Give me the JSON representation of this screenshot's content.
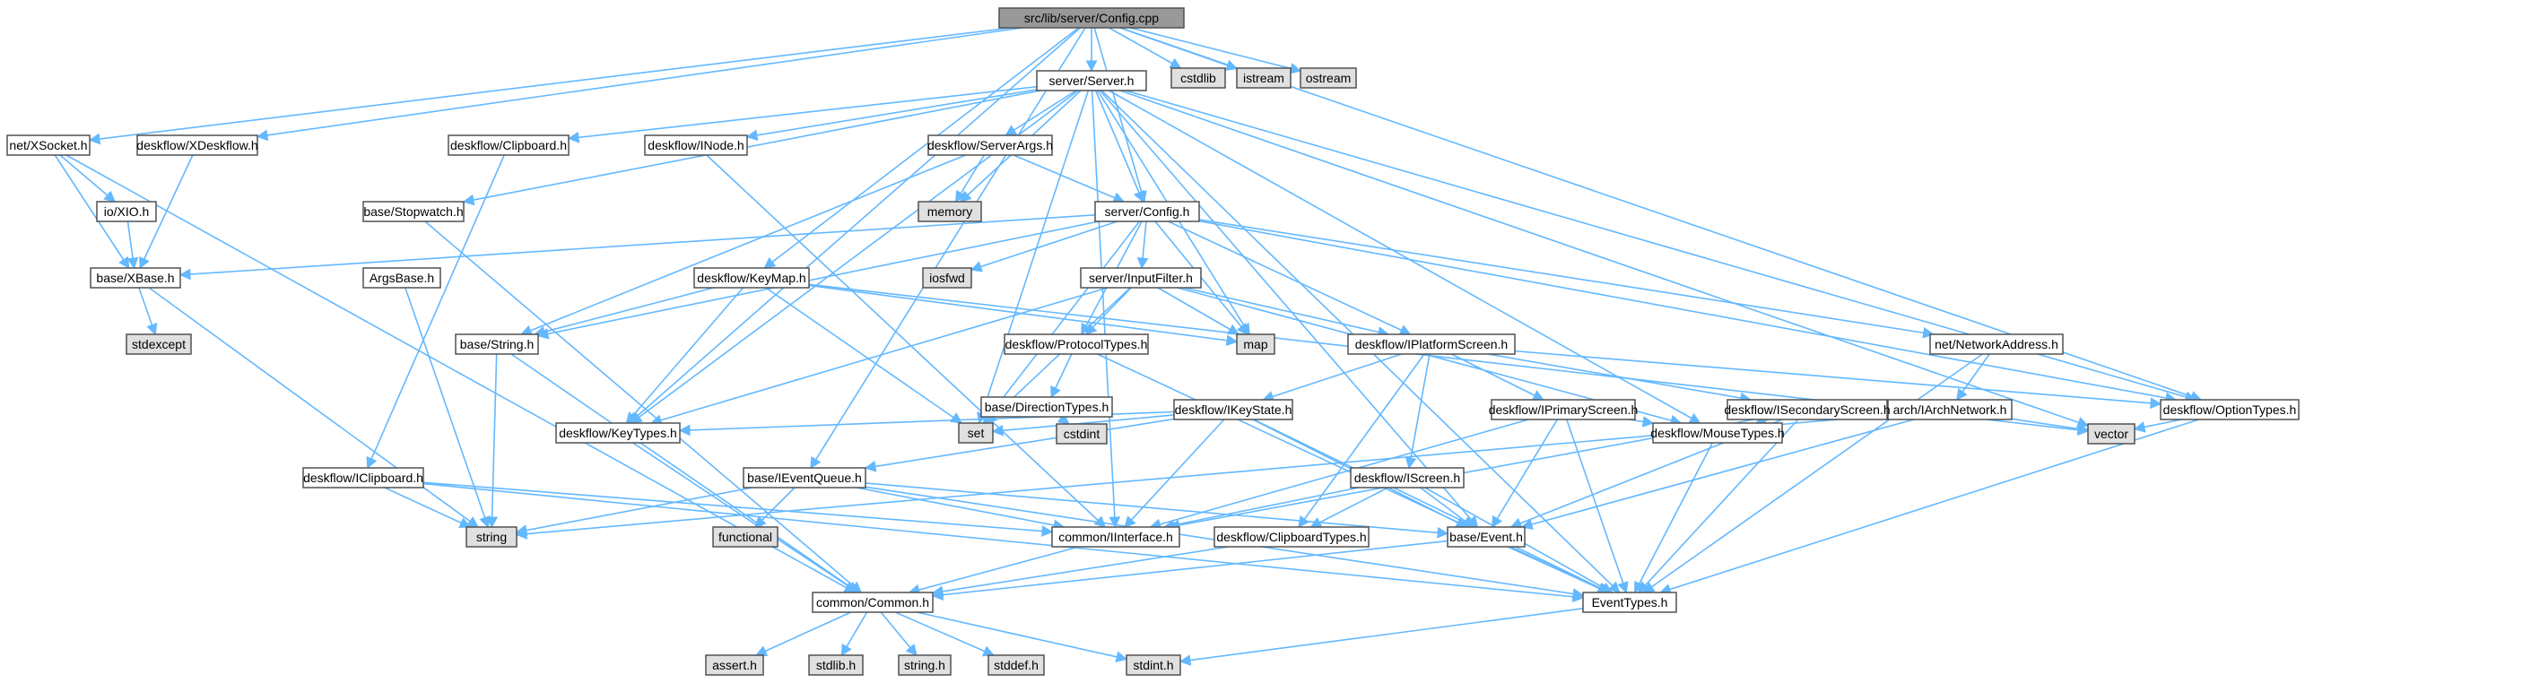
{
  "colors": {
    "edge": "#63b8ff",
    "node_fill": "#ffffff",
    "node_stroke": "#666666",
    "root_fill": "#999999",
    "system_fill": "#e0e0e0"
  },
  "nodes": [
    {
      "id": "root",
      "label": "src/lib/server/Config.cpp",
      "kind": "root"
    },
    {
      "id": "server_h",
      "label": "server/Server.h",
      "kind": "file"
    },
    {
      "id": "cstdlib",
      "label": "cstdlib",
      "kind": "system"
    },
    {
      "id": "istream",
      "label": "istream",
      "kind": "system"
    },
    {
      "id": "ostream",
      "label": "ostream",
      "kind": "system"
    },
    {
      "id": "xsocket",
      "label": "net/XSocket.h",
      "kind": "file"
    },
    {
      "id": "xdeskflow",
      "label": "deskflow/XDeskflow.h",
      "kind": "file"
    },
    {
      "id": "clipboard",
      "label": "deskflow/Clipboard.h",
      "kind": "file"
    },
    {
      "id": "inode",
      "label": "deskflow/INode.h",
      "kind": "file"
    },
    {
      "id": "serverargs",
      "label": "deskflow/ServerArgs.h",
      "kind": "file"
    },
    {
      "id": "xio",
      "label": "io/XIO.h",
      "kind": "file"
    },
    {
      "id": "stopwatch",
      "label": "base/Stopwatch.h",
      "kind": "file"
    },
    {
      "id": "memory",
      "label": "memory",
      "kind": "system"
    },
    {
      "id": "config_h",
      "label": "server/Config.h",
      "kind": "file"
    },
    {
      "id": "xbase",
      "label": "base/XBase.h",
      "kind": "file"
    },
    {
      "id": "iosfwd",
      "label": "iosfwd",
      "kind": "system"
    },
    {
      "id": "argsbase",
      "label": "ArgsBase.h",
      "kind": "file"
    },
    {
      "id": "keymap",
      "label": "deskflow/KeyMap.h",
      "kind": "file"
    },
    {
      "id": "inputfilter",
      "label": "server/InputFilter.h",
      "kind": "file"
    },
    {
      "id": "stdexcept",
      "label": "stdexcept",
      "kind": "system"
    },
    {
      "id": "string_h",
      "label": "base/String.h",
      "kind": "file"
    },
    {
      "id": "map",
      "label": "map",
      "kind": "system"
    },
    {
      "id": "protocoltypes",
      "label": "deskflow/ProtocolTypes.h",
      "kind": "file"
    },
    {
      "id": "iplatformscreen",
      "label": "deskflow/IPlatformScreen.h",
      "kind": "file"
    },
    {
      "id": "netaddress",
      "label": "net/NetworkAddress.h",
      "kind": "file"
    },
    {
      "id": "directiontypes",
      "label": "base/DirectionTypes.h",
      "kind": "file"
    },
    {
      "id": "archnet",
      "label": "arch/IArchNetwork.h",
      "kind": "file"
    },
    {
      "id": "optiontypes",
      "label": "deskflow/OptionTypes.h",
      "kind": "file"
    },
    {
      "id": "ikeystate",
      "label": "deskflow/IKeyState.h",
      "kind": "file"
    },
    {
      "id": "iprimaryscreen",
      "label": "deskflow/IPrimaryScreen.h",
      "kind": "file"
    },
    {
      "id": "isecondaryscreen",
      "label": "deskflow/ISecondaryScreen.h",
      "kind": "file"
    },
    {
      "id": "cstdint",
      "label": "cstdint",
      "kind": "system"
    },
    {
      "id": "vector",
      "label": "vector",
      "kind": "system"
    },
    {
      "id": "keytypes",
      "label": "deskflow/KeyTypes.h",
      "kind": "file"
    },
    {
      "id": "set",
      "label": "set",
      "kind": "system"
    },
    {
      "id": "iclipboard",
      "label": "deskflow/IClipboard.h",
      "kind": "file"
    },
    {
      "id": "ieventqueue",
      "label": "base/IEventQueue.h",
      "kind": "file"
    },
    {
      "id": "iscreen",
      "label": "deskflow/IScreen.h",
      "kind": "file"
    },
    {
      "id": "mousetypes",
      "label": "deskflow/MouseTypes.h",
      "kind": "file"
    },
    {
      "id": "string",
      "label": "string",
      "kind": "system"
    },
    {
      "id": "functional",
      "label": "functional",
      "kind": "system"
    },
    {
      "id": "iinterface",
      "label": "common/IInterface.h",
      "kind": "file"
    },
    {
      "id": "clipboardtypes",
      "label": "deskflow/ClipboardTypes.h",
      "kind": "file"
    },
    {
      "id": "event",
      "label": "base/Event.h",
      "kind": "file"
    },
    {
      "id": "common",
      "label": "common/Common.h",
      "kind": "file"
    },
    {
      "id": "eventtypes",
      "label": "EventTypes.h",
      "kind": "file"
    },
    {
      "id": "assert",
      "label": "assert.h",
      "kind": "system"
    },
    {
      "id": "stdlib",
      "label": "stdlib.h",
      "kind": "system"
    },
    {
      "id": "stringh",
      "label": "string.h",
      "kind": "system"
    },
    {
      "id": "stddef",
      "label": "stddef.h",
      "kind": "system"
    },
    {
      "id": "stdint",
      "label": "stdint.h",
      "kind": "system"
    }
  ],
  "edges": [
    [
      "root",
      "server_h"
    ],
    [
      "root",
      "cstdlib"
    ],
    [
      "root",
      "istream"
    ],
    [
      "root",
      "ostream"
    ],
    [
      "root",
      "xsocket"
    ],
    [
      "root",
      "xdeskflow"
    ],
    [
      "root",
      "config_h"
    ],
    [
      "root",
      "keymap"
    ],
    [
      "root",
      "optiontypes"
    ],
    [
      "root",
      "keytypes"
    ],
    [
      "root",
      "ieventqueue"
    ],
    [
      "server_h",
      "clipboard"
    ],
    [
      "server_h",
      "inode"
    ],
    [
      "server_h",
      "serverargs"
    ],
    [
      "server_h",
      "stopwatch"
    ],
    [
      "server_h",
      "memory"
    ],
    [
      "server_h",
      "config_h"
    ],
    [
      "server_h",
      "map"
    ],
    [
      "server_h",
      "set"
    ],
    [
      "server_h",
      "vector"
    ],
    [
      "server_h",
      "optiontypes"
    ],
    [
      "server_h",
      "keytypes"
    ],
    [
      "server_h",
      "mousetypes"
    ],
    [
      "server_h",
      "event"
    ],
    [
      "server_h",
      "eventtypes"
    ],
    [
      "server_h",
      "iinterface"
    ],
    [
      "xsocket",
      "xio"
    ],
    [
      "xsocket",
      "xbase"
    ],
    [
      "xsocket",
      "common"
    ],
    [
      "xdeskflow",
      "xbase"
    ],
    [
      "xio",
      "xbase"
    ],
    [
      "xbase",
      "stdexcept"
    ],
    [
      "xbase",
      "string"
    ],
    [
      "clipboard",
      "iclipboard"
    ],
    [
      "inode",
      "iinterface"
    ],
    [
      "serverargs",
      "memory"
    ],
    [
      "serverargs",
      "config_h"
    ],
    [
      "serverargs",
      "string_h"
    ],
    [
      "stopwatch",
      "common"
    ],
    [
      "argsbase",
      "string"
    ],
    [
      "config_h",
      "xbase"
    ],
    [
      "config_h",
      "iosfwd"
    ],
    [
      "config_h",
      "inputfilter"
    ],
    [
      "config_h",
      "map"
    ],
    [
      "config_h",
      "set"
    ],
    [
      "config_h",
      "protocoltypes"
    ],
    [
      "config_h",
      "iplatformscreen"
    ],
    [
      "config_h",
      "netaddress"
    ],
    [
      "config_h",
      "optiontypes"
    ],
    [
      "config_h",
      "string_h"
    ],
    [
      "keymap",
      "string_h"
    ],
    [
      "keymap",
      "keytypes"
    ],
    [
      "keymap",
      "map"
    ],
    [
      "keymap",
      "set"
    ],
    [
      "keymap",
      "vector"
    ],
    [
      "inputfilter",
      "map"
    ],
    [
      "inputfilter",
      "set"
    ],
    [
      "inputfilter",
      "keytypes"
    ],
    [
      "inputfilter",
      "mousetypes"
    ],
    [
      "inputfilter",
      "protocoltypes"
    ],
    [
      "inputfilter",
      "iplatformscreen"
    ],
    [
      "string_h",
      "common"
    ],
    [
      "string_h",
      "string"
    ],
    [
      "protocoltypes",
      "directiontypes"
    ],
    [
      "protocoltypes",
      "eventtypes"
    ],
    [
      "directiontypes",
      "cstdint"
    ],
    [
      "iplatformscreen",
      "ikeystate"
    ],
    [
      "iplatformscreen",
      "iprimaryscreen"
    ],
    [
      "iplatformscreen",
      "isecondaryscreen"
    ],
    [
      "iplatformscreen",
      "iscreen"
    ],
    [
      "iplatformscreen",
      "clipboardtypes"
    ],
    [
      "iplatformscreen",
      "optiontypes"
    ],
    [
      "netaddress",
      "archnet"
    ],
    [
      "netaddress",
      "eventtypes"
    ],
    [
      "archnet",
      "vector"
    ],
    [
      "archnet",
      "string"
    ],
    [
      "archnet",
      "event"
    ],
    [
      "optiontypes",
      "vector"
    ],
    [
      "optiontypes",
      "eventtypes"
    ],
    [
      "ikeystate",
      "keytypes"
    ],
    [
      "ikeystate",
      "set"
    ],
    [
      "ikeystate",
      "ieventqueue"
    ],
    [
      "ikeystate",
      "iinterface"
    ],
    [
      "ikeystate",
      "event"
    ],
    [
      "ikeystate",
      "eventtypes"
    ],
    [
      "iprimaryscreen",
      "mousetypes"
    ],
    [
      "iprimaryscreen",
      "event"
    ],
    [
      "iprimaryscreen",
      "iinterface"
    ],
    [
      "iprimaryscreen",
      "eventtypes"
    ],
    [
      "isecondaryscreen",
      "mousetypes"
    ],
    [
      "isecondaryscreen",
      "event"
    ],
    [
      "isecondaryscreen",
      "iinterface"
    ],
    [
      "isecondaryscreen",
      "eventtypes"
    ],
    [
      "keytypes",
      "common"
    ],
    [
      "iclipboard",
      "string"
    ],
    [
      "iclipboard",
      "iinterface"
    ],
    [
      "iclipboard",
      "eventtypes"
    ],
    [
      "ieventqueue",
      "string"
    ],
    [
      "ieventqueue",
      "functional"
    ],
    [
      "ieventqueue",
      "iinterface"
    ],
    [
      "ieventqueue",
      "event"
    ],
    [
      "ieventqueue",
      "eventtypes"
    ],
    [
      "iscreen",
      "iinterface"
    ],
    [
      "iscreen",
      "clipboardtypes"
    ],
    [
      "iscreen",
      "event"
    ],
    [
      "iscreen",
      "eventtypes"
    ],
    [
      "mousetypes",
      "eventtypes"
    ],
    [
      "iinterface",
      "common"
    ],
    [
      "clipboardtypes",
      "common"
    ],
    [
      "event",
      "common"
    ],
    [
      "event",
      "eventtypes"
    ],
    [
      "common",
      "assert"
    ],
    [
      "common",
      "stdlib"
    ],
    [
      "common",
      "stringh"
    ],
    [
      "common",
      "stddef"
    ],
    [
      "common",
      "stdint"
    ],
    [
      "eventtypes",
      "stdint"
    ]
  ]
}
